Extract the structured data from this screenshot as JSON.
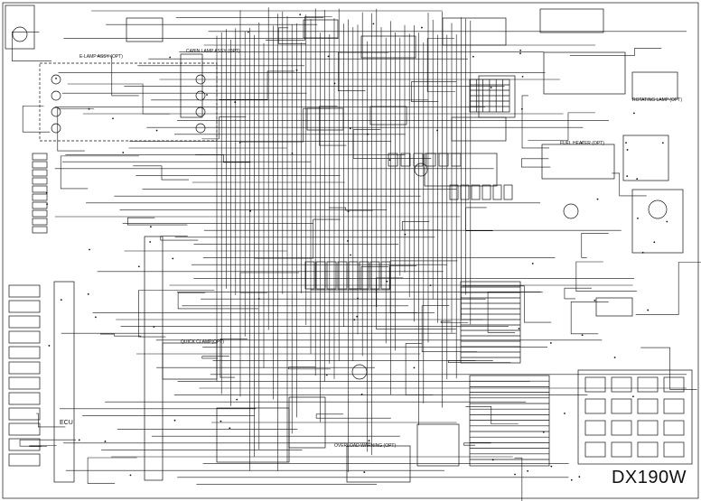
{
  "diagram": {
    "model": "DX190W",
    "ecu_label": "ECU",
    "section_titles": [
      "E-LAMP ASSY (OPT)",
      "CABIN LAMP ASSY (OPT)",
      "QUICK CLAMP(OPT)",
      "FUEL HEATER (OPT)",
      "ROTATING LAMP (OPT)",
      "OVERLOAD WARNING (OPT)"
    ],
    "colors": {
      "background": "#ffffff",
      "line": "#111111"
    }
  }
}
